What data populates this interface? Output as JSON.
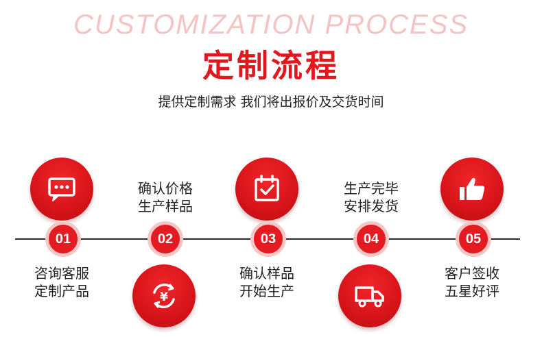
{
  "header": {
    "en_title": "CUSTOMIZATION PROCESS",
    "cn_title": "定制流程",
    "subtitle": "提供定制需求 我们将出报价及交货时间"
  },
  "colors": {
    "brand_red": "#e0171c",
    "en_title_pink": "#f4c3c3",
    "ring_pink": "#f7c7c8"
  },
  "steps": [
    {
      "num": "01",
      "icon": "chat-icon",
      "line1": "咨询客服",
      "line2": "定制产品"
    },
    {
      "num": "02",
      "icon": "yuan-refresh-icon",
      "line1": "确认价格",
      "line2": "生产样品"
    },
    {
      "num": "03",
      "icon": "calendar-check-icon",
      "line1": "确认样品",
      "line2": "开始生产"
    },
    {
      "num": "04",
      "icon": "truck-icon",
      "line1": "生产完毕",
      "line2": "安排发货"
    },
    {
      "num": "05",
      "icon": "thumbs-up-icon",
      "line1": "客户签收",
      "line2": "五星好评"
    }
  ]
}
